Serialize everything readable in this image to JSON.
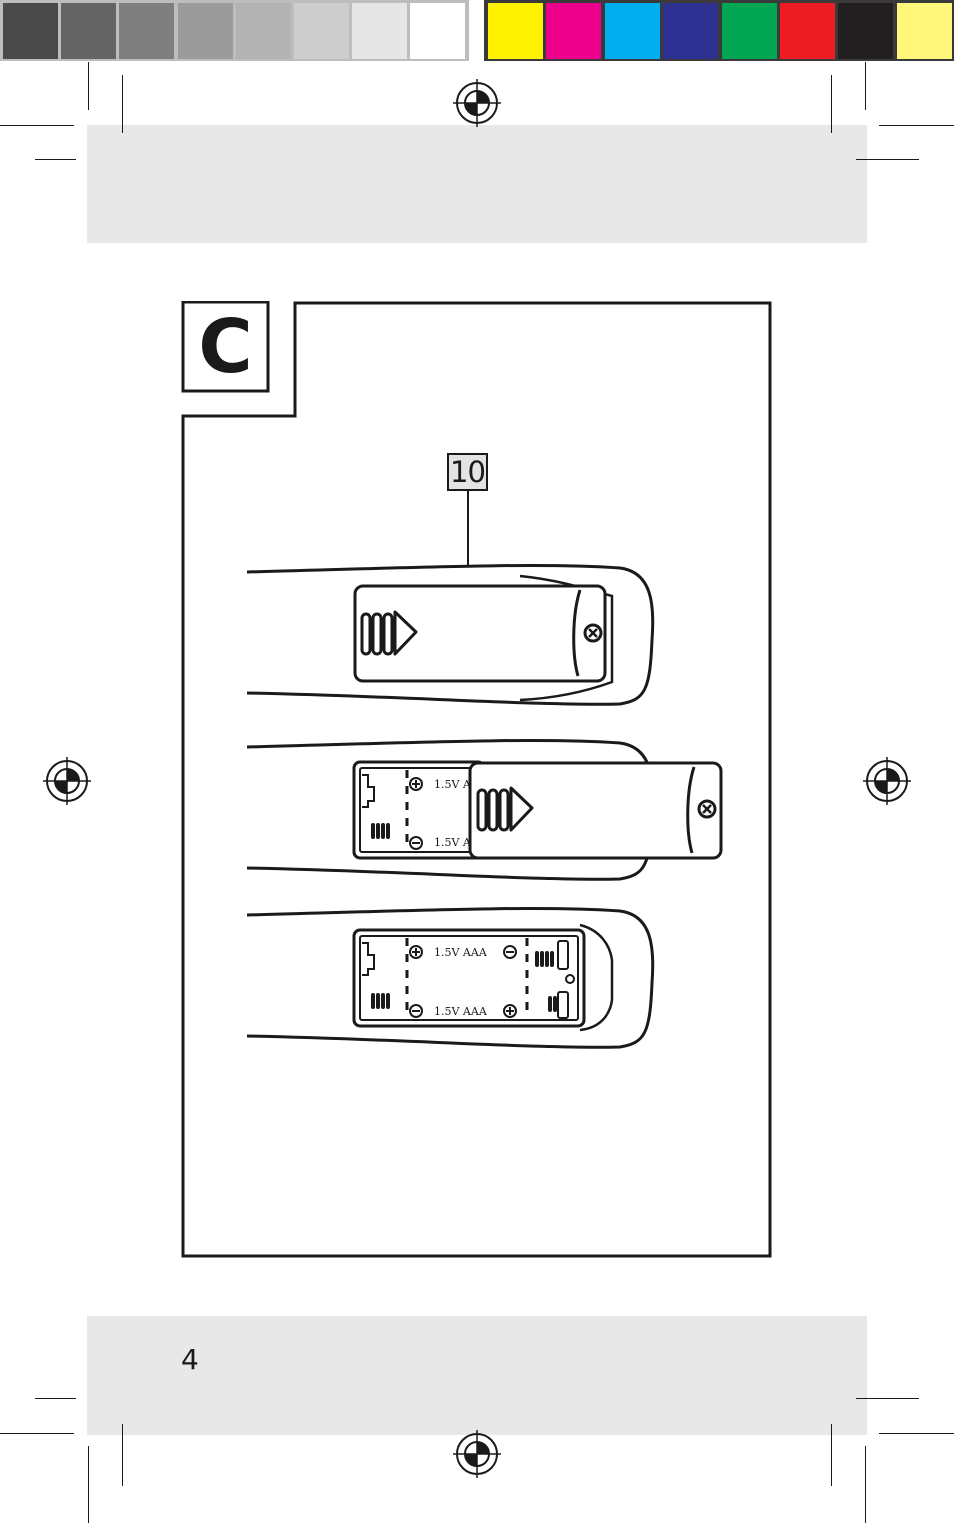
{
  "section": {
    "letter": "C"
  },
  "callout": {
    "number": "10"
  },
  "page": {
    "number": "4"
  },
  "battery": {
    "label": "1.5V  AAA",
    "label_partial": "1.5V  A"
  },
  "colors": {
    "grays": [
      "#4a4a4a",
      "#646464",
      "#7f7f7f",
      "#9b9b9b",
      "#b3b3b3",
      "#cdcdcd",
      "#e6e6e6",
      "#ffffff"
    ],
    "process": [
      "#fff200",
      "#ec008c",
      "#00aeef",
      "#2e3192",
      "#00a651",
      "#ed1c24",
      "#231f20",
      "#fff77c"
    ],
    "band": "#e8e8e8",
    "ink": "#1a1a1a"
  },
  "icons": [
    "registration-mark-icon",
    "plus-terminal-icon",
    "minus-terminal-icon",
    "screw-icon",
    "spring-contact-icon",
    "grip-arrow-icon"
  ]
}
